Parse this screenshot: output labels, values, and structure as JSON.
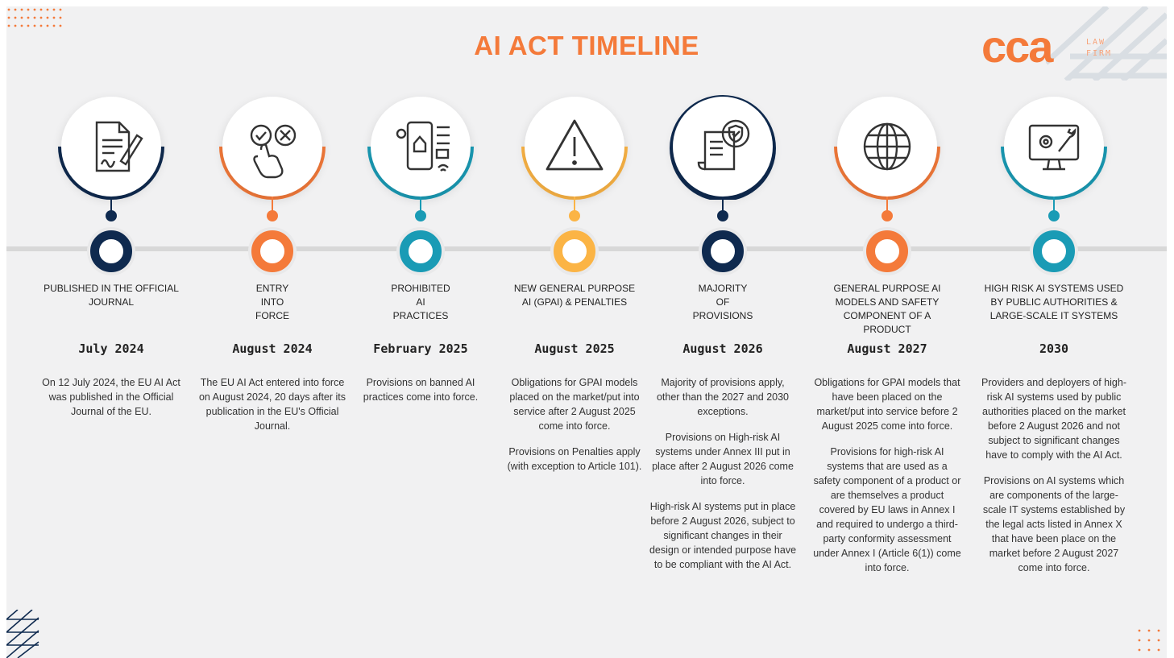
{
  "title": "AI ACT TIMELINE",
  "logo": {
    "mark": "cca",
    "sub_line1": "LAW",
    "sub_line2": "FIRM"
  },
  "colors": {
    "navy": "#0f2a4f",
    "orange": "#f47a3a",
    "teal": "#1a9bb5",
    "yellow": "#fbb445",
    "line": "#d8d8d8"
  },
  "milestones": [
    {
      "icon": "document-sign-icon",
      "color": "navy",
      "label": "PUBLISHED IN THE OFFICIAL JOURNAL",
      "date": "July 2024",
      "paragraphs": [
        "On 12 July 2024, the EU AI Act was published in the Official Journal of the EU."
      ]
    },
    {
      "icon": "check-cross-hand-icon",
      "color": "orange",
      "label": "ENTRY INTO FORCE",
      "date": "August 2024",
      "paragraphs": [
        "The EU AI Act entered into force on August 2024, 20 days after its publication in the EU's Official Journal."
      ]
    },
    {
      "icon": "smart-home-phone-icon",
      "color": "teal",
      "label": "PROHIBITED AI PRACTICES",
      "date": "February 2025",
      "paragraphs": [
        "Provisions on banned AI practices come into force."
      ]
    },
    {
      "icon": "warning-triangle-icon",
      "color": "yellow",
      "label": "NEW GENERAL PURPOSE AI (GPAI) & PENALTIES",
      "date": "August 2025",
      "paragraphs": [
        "Obligations for GPAI models placed on the market/put into service after 2 August 2025 come into force.",
        "Provisions on Penalties apply (with exception to Article 101)."
      ]
    },
    {
      "icon": "certificate-shield-icon",
      "color": "navy",
      "label": "MAJORITY OF PROVISIONS",
      "date": "August 2026",
      "paragraphs": [
        "Majority of provisions apply, other than the 2027 and 2030 exceptions.",
        "Provisions on High-risk AI systems under Annex III put in place after 2 August 2026 come into force.",
        "High-risk AI systems put in place before 2 August 2026, subject to significant changes in their design or intended purpose have to be compliant with the AI Act."
      ]
    },
    {
      "icon": "globe-icon",
      "color": "orange",
      "label": "GENERAL PURPOSE AI MODELS AND SAFETY COMPONENT OF A PRODUCT",
      "date": "August 2027",
      "paragraphs": [
        "Obligations for GPAI models that have been placed on the market/put into service before 2 August 2025 come into force.",
        "Provisions for high-risk AI systems that are used as a safety component of a product or are themselves a product covered by EU laws in Annex I and required to undergo a third-party conformity assessment under Annex I (Article 6(1)) come into force."
      ]
    },
    {
      "icon": "computer-settings-icon",
      "color": "teal",
      "label": "HIGH RISK AI SYSTEMS USED BY PUBLIC AUTHORITIES & LARGE-SCALE IT SYSTEMS",
      "date": "2030",
      "paragraphs": [
        "Providers and deployers of high-risk AI systems used by public authorities placed on the market before 2 August 2026 and not subject to significant changes have to comply with the AI Act.",
        "Provisions on AI systems which are components of the large-scale IT systems established by the legal acts listed in Annex X that have been place on the market before 2 August 2027 come into force."
      ]
    }
  ]
}
